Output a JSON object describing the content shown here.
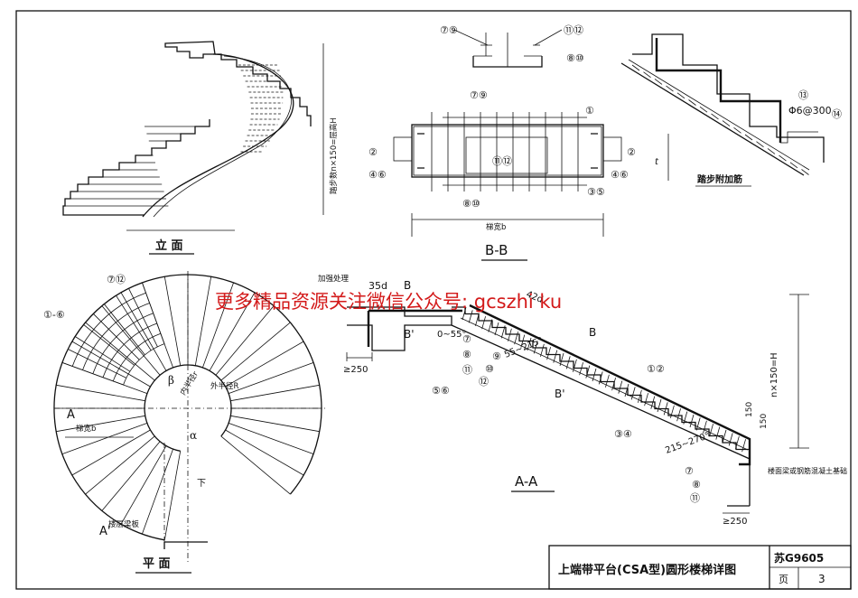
{
  "views": {
    "elevation": "立 面",
    "plan": "平 面",
    "section_bb": "B-B",
    "section_aa": "A-A",
    "tread_detail": "踏步附加筋"
  },
  "watermark": "更多精品资源关注微信公众号: gcszhi ku",
  "elevation": {
    "height_note": "踏步数n×150=层高H"
  },
  "plan": {
    "tag_7_12": "⑦⑫",
    "tag_1_6": "①-⑥",
    "inner_radius": "内半径r",
    "outer_radius": "外半径R",
    "beta": "β",
    "alpha": "α",
    "down": "下",
    "stair_width": "梯宽b",
    "floor_beam": "楼层梁板",
    "cut_a_left": "A",
    "cut_a_right": "A'"
  },
  "bb": {
    "tag_top_left": "⑦⑨",
    "tag_top_right": "⑪⑫",
    "tag_8_10_top": "⑧⑩",
    "tag_7_9": "⑦⑨",
    "tag_1": "①",
    "tag_2_left": "②",
    "tag_2_right": "②",
    "tag_46_left": "④⑥",
    "tag_46_right": "④⑥",
    "tag_11_12": "⑪⑫",
    "tag_35": "③⑤",
    "tag_8_10": "⑧⑩",
    "t": "t",
    "width": "梯宽b"
  },
  "tread": {
    "tag_13": "⑬",
    "spec": "Φ6@300",
    "tag_14": "⑭"
  },
  "aa": {
    "reinforce": "加强处理",
    "dim_35d": "35d",
    "B_top": "B",
    "B_bottom": "B'",
    "B_right_top": "B",
    "B_right_bottom": "B'",
    "dim_42d": "42d",
    "angle_0_55": "0~55°",
    "angle_55_215": "55~215°",
    "angle_215_270": "215~270°",
    "min_250_left": "≥250",
    "min_250_right": "≥250",
    "tag_7": "⑦",
    "tag_8": "⑧",
    "tag_11": "⑪",
    "tag_9": "⑨",
    "tag_10": "⑩",
    "tag_12": "⑫",
    "tag_56": "⑤⑥",
    "tag_12b": "①②",
    "tag_34": "③④",
    "tag_7b": "⑦",
    "tag_8b": "⑧",
    "tag_11b": "⑪",
    "height": "n×150=H",
    "step_150a": "150",
    "step_150b": "150",
    "foundation": "楼面梁或钢筋混凝土基础"
  },
  "title_block": {
    "title": "上端带平台(CSA型)圆形楼梯详图",
    "atlas_label": "苏G9605",
    "page_label": "页",
    "page_no": "3"
  }
}
